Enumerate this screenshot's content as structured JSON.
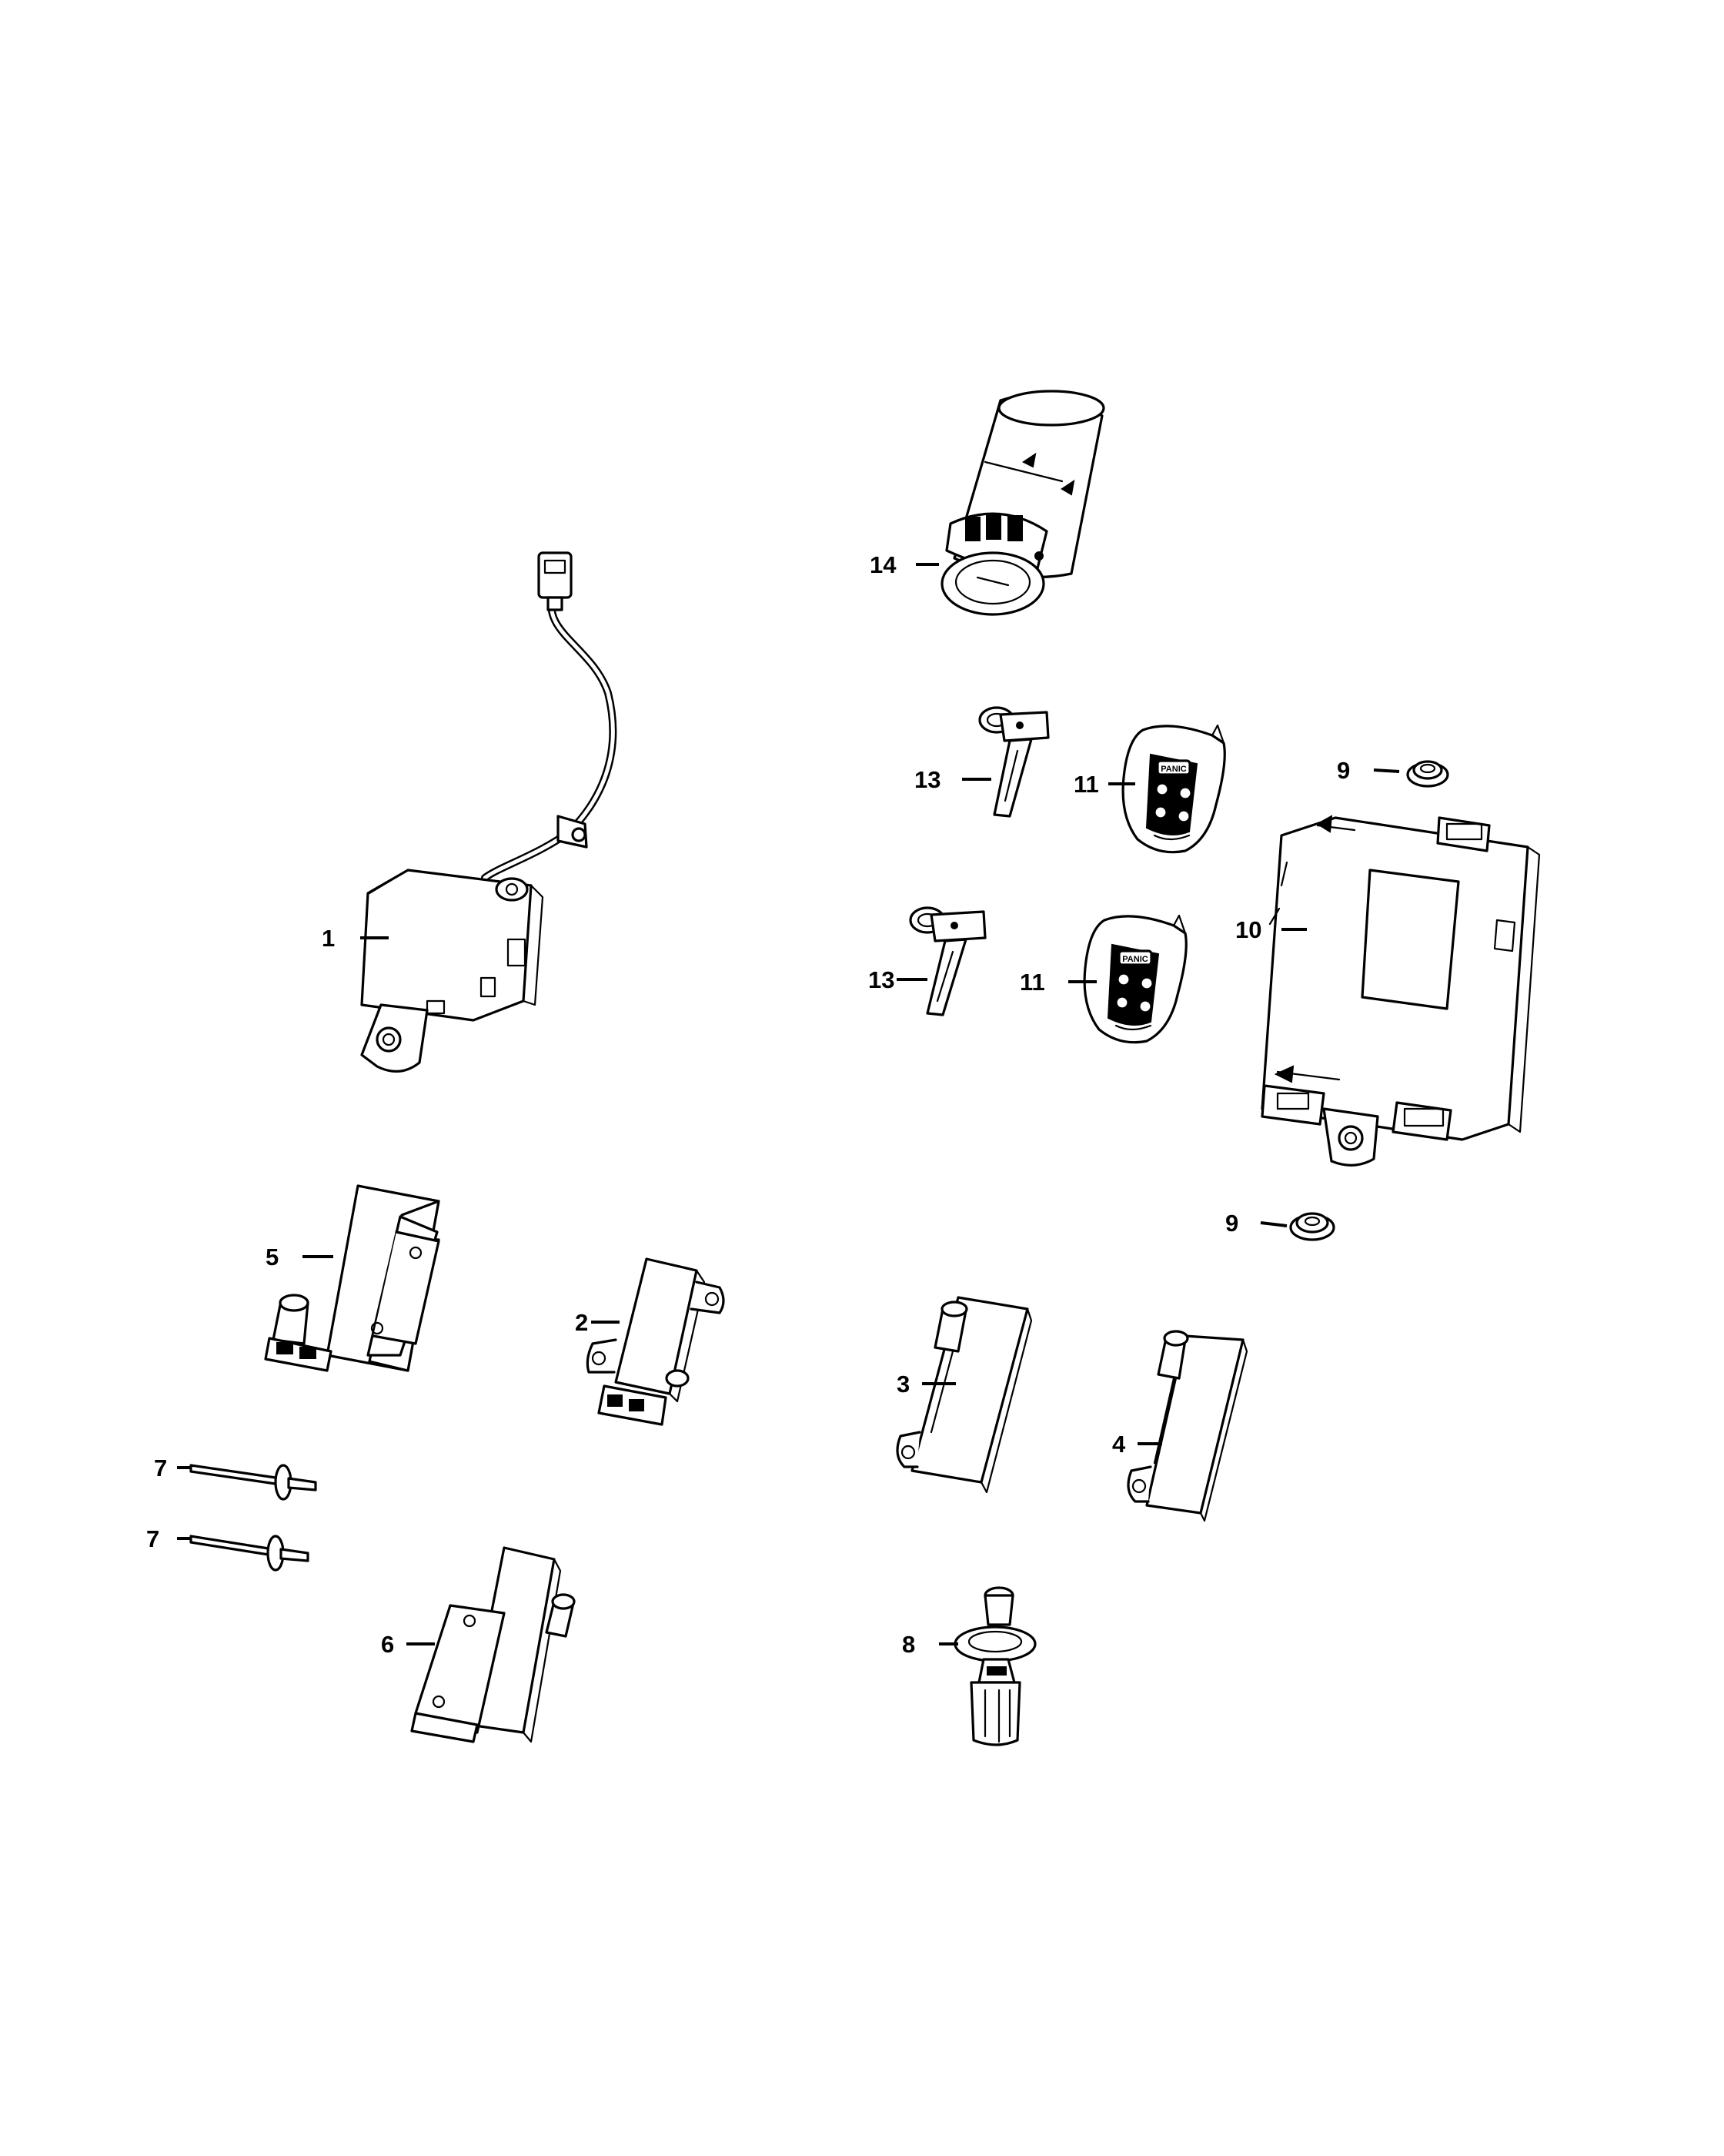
{
  "callouts": [
    {
      "id": "c1",
      "label": "1"
    },
    {
      "id": "c2",
      "label": "2"
    },
    {
      "id": "c3",
      "label": "3"
    },
    {
      "id": "c4",
      "label": "4"
    },
    {
      "id": "c5",
      "label": "5"
    },
    {
      "id": "c6",
      "label": "6"
    },
    {
      "id": "c7a",
      "label": "7"
    },
    {
      "id": "c7b",
      "label": "7"
    },
    {
      "id": "c8",
      "label": "8"
    },
    {
      "id": "c9a",
      "label": "9"
    },
    {
      "id": "c9b",
      "label": "9"
    },
    {
      "id": "c10",
      "label": "10"
    },
    {
      "id": "c11a",
      "label": "11"
    },
    {
      "id": "c11b",
      "label": "11"
    },
    {
      "id": "c13a",
      "label": "13"
    },
    {
      "id": "c13b",
      "label": "13"
    },
    {
      "id": "c14",
      "label": "14"
    }
  ],
  "key_fob": {
    "panic_text": "PANIC"
  }
}
